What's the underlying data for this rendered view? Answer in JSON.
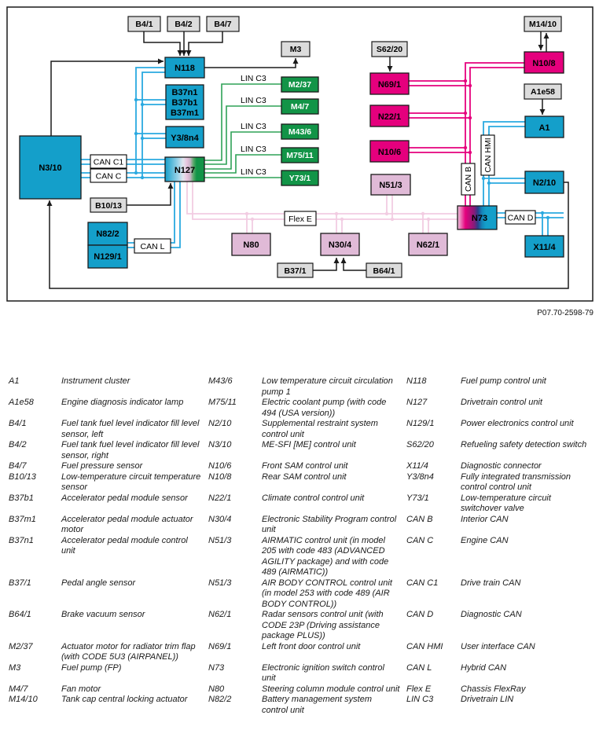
{
  "diagram": {
    "caption": "P07.70-2598-79",
    "labels": {
      "b4_1": "B4/1",
      "b4_2": "B4/2",
      "b4_7": "B4/7",
      "m3": "M3",
      "n118": "N118",
      "b37n1": "B37n1",
      "b37b1": "B37b1",
      "b37m1": "B37m1",
      "y3_8n4": "Y3/8n4",
      "n3_10": "N3/10",
      "can_c1": "CAN C1",
      "can_c": "CAN C",
      "n127": "N127",
      "b10_13": "B10/13",
      "n82_2": "N82/2",
      "n129_1": "N129/1",
      "can_l": "CAN L",
      "lin_c3": "LIN C3",
      "m2_37": "M2/37",
      "m4_7": "M4/7",
      "m43_6": "M43/6",
      "m75_11": "M75/11",
      "y73_1": "Y73/1",
      "flex_e": "Flex E",
      "n80": "N80",
      "n30_4": "N30/4",
      "n62_1": "N62/1",
      "b37_1": "B37/1",
      "b64_1": "B64/1",
      "s62_20": "S62/20",
      "n69_1": "N69/1",
      "n22_1": "N22/1",
      "n10_6": "N10/6",
      "n51_3": "N51/3",
      "m14_10": "M14/10",
      "n10_8": "N10/8",
      "a1e58": "A1e58",
      "a1": "A1",
      "can_b": "CAN B",
      "can_hmi": "CAN HMI",
      "n2_10": "N2/10",
      "n73": "N73",
      "can_d": "CAN D",
      "x11_4": "X11/4"
    },
    "colors": {
      "node_blue": "#149fca",
      "node_magenta": "#e5007d",
      "node_pink": "#e0bad7",
      "node_green": "#129447",
      "node_gray": "#dcdcdc",
      "line_cyan": "#2aa9e0",
      "line_magenta": "#e5007d",
      "line_pink": "#f2cce2",
      "line_green": "#2ea256",
      "line_black": "#1a1a1a"
    }
  },
  "legend": {
    "rows": [
      [
        {
          "code": "A1",
          "desc": "Instrument cluster"
        },
        {
          "code": "M43/6",
          "desc": "Low temperature circuit circulation pump 1"
        },
        {
          "code": "N118",
          "desc": "Fuel pump control unit"
        }
      ],
      [
        {
          "code": "A1e58",
          "desc": "Engine diagnosis indicator lamp"
        },
        {
          "code": "M75/11",
          "desc": "Electric coolant pump (with code 494 (USA version))"
        },
        {
          "code": "N127",
          "desc": "Drivetrain control unit"
        }
      ],
      [
        {
          "code": "B4/1",
          "desc": "Fuel tank fuel level indicator fill level sensor, left"
        },
        {
          "code": "N2/10",
          "desc": "Supplemental restraint system control unit"
        },
        {
          "code": "N129/1",
          "desc": "Power electronics control unit"
        }
      ],
      [
        {
          "code": "B4/2",
          "desc": "Fuel tank fuel level indicator fill level sensor, right"
        },
        {
          "code": "N3/10",
          "desc": "ME-SFI [ME] control unit"
        },
        {
          "code": "S62/20",
          "desc": "Refueling safety detection switch"
        }
      ],
      [
        {
          "code": "B4/7",
          "desc": "Fuel pressure sensor"
        },
        {
          "code": "N10/6",
          "desc": "Front SAM control unit"
        },
        {
          "code": "X11/4",
          "desc": "Diagnostic connector"
        }
      ],
      [
        {
          "code": "B10/13",
          "desc": "Low-temperature circuit temperature sensor"
        },
        {
          "code": "N10/8",
          "desc": "Rear SAM control unit"
        },
        {
          "code": "Y3/8n4",
          "desc": "Fully integrated transmission control control unit"
        }
      ],
      [
        {
          "code": "B37b1",
          "desc": "Accelerator pedal module sensor"
        },
        {
          "code": "N22/1",
          "desc": "Climate control control unit"
        },
        {
          "code": "Y73/1",
          "desc": "Low-temperature circuit switchover valve"
        }
      ],
      [
        {
          "code": "B37m1",
          "desc": "Accelerator pedal module actuator motor"
        },
        {
          "code": "N30/4",
          "desc": "Electronic Stability Program control unit"
        },
        {
          "code": "CAN B",
          "desc": "Interior CAN"
        }
      ],
      [
        {
          "code": "B37n1",
          "desc": "Accelerator pedal module control unit"
        },
        {
          "code": "N51/3",
          "desc": "AIRMATIC control unit (in model 205 with code 483 (ADVANCED AGILITY package) and with code 489 (AIRMATIC))"
        },
        {
          "code": "CAN C",
          "desc": "Engine CAN"
        }
      ],
      [
        {
          "code": "B37/1",
          "desc": "Pedal angle sensor"
        },
        {
          "code": "N51/3",
          "desc": "AIR BODY CONTROL control unit (in model 253 with code 489 (AIR BODY CONTROL))"
        },
        {
          "code": "CAN C1",
          "desc": "Drive train CAN"
        }
      ],
      [
        {
          "code": "B64/1",
          "desc": "Brake vacuum sensor"
        },
        {
          "code": "N62/1",
          "desc": "Radar sensors control unit (with CODE 23P (Driving assistance package PLUS))"
        },
        {
          "code": "CAN D",
          "desc": "Diagnostic CAN"
        }
      ],
      [
        {
          "code": "M2/37",
          "desc": "Actuator motor for radiator trim flap (with CODE 5U3 (AIRPANEL))"
        },
        {
          "code": "N69/1",
          "desc": "Left front door control unit"
        },
        {
          "code": "CAN HMI",
          "desc": "User interface CAN"
        }
      ],
      [
        {
          "code": "M3",
          "desc": "Fuel pump (FP)"
        },
        {
          "code": "N73",
          "desc": "Electronic ignition switch control unit"
        },
        {
          "code": "CAN L",
          "desc": "Hybrid CAN"
        }
      ],
      [
        {
          "code": "M4/7",
          "desc": "Fan motor"
        },
        {
          "code": "N80",
          "desc": "Steering column module control unit"
        },
        {
          "code": "Flex E",
          "desc": "Chassis FlexRay"
        }
      ],
      [
        {
          "code": "M14/10",
          "desc": "Tank cap central locking actuator"
        },
        {
          "code": "N82/2",
          "desc": "Battery management system control unit"
        },
        {
          "code": "LIN C3",
          "desc": "Drivetrain LIN"
        }
      ]
    ]
  }
}
